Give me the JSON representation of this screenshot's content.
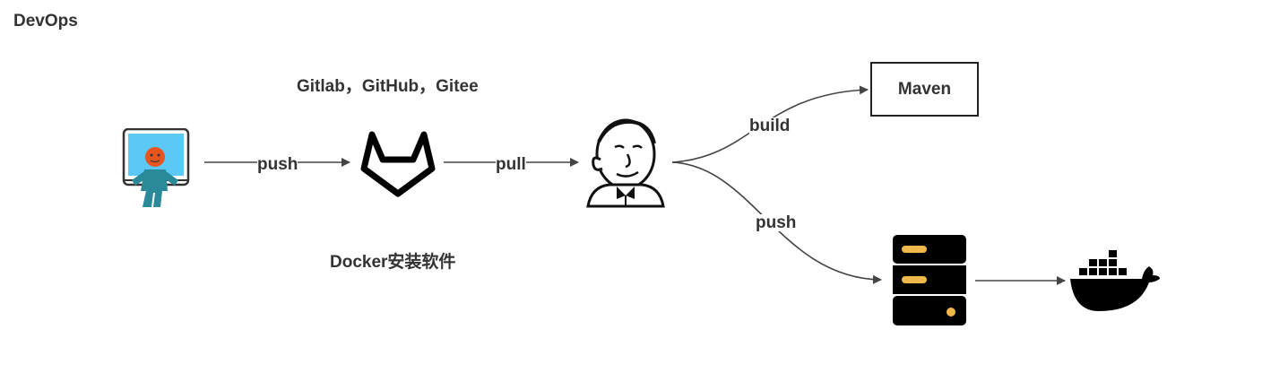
{
  "title": "DevOps",
  "repos_label": "Gitlab，GitHub，Gitee",
  "docker_note": "Docker安装软件",
  "edges": {
    "dev_to_git": "push",
    "git_to_jenkins": "pull",
    "jenkins_to_maven": "build",
    "jenkins_to_server": "push"
  },
  "maven_label": "Maven",
  "colors": {
    "text": "#333333",
    "arrow": "#444444",
    "screen": "#5bc8f5",
    "figure": "#2a8a9a",
    "face": "#e8541e",
    "server_slot": "#f0b84a",
    "icon_black": "#000000"
  },
  "icons": [
    "developer-icon",
    "gitlab-icon",
    "jenkins-icon",
    "server-icon",
    "docker-icon"
  ]
}
